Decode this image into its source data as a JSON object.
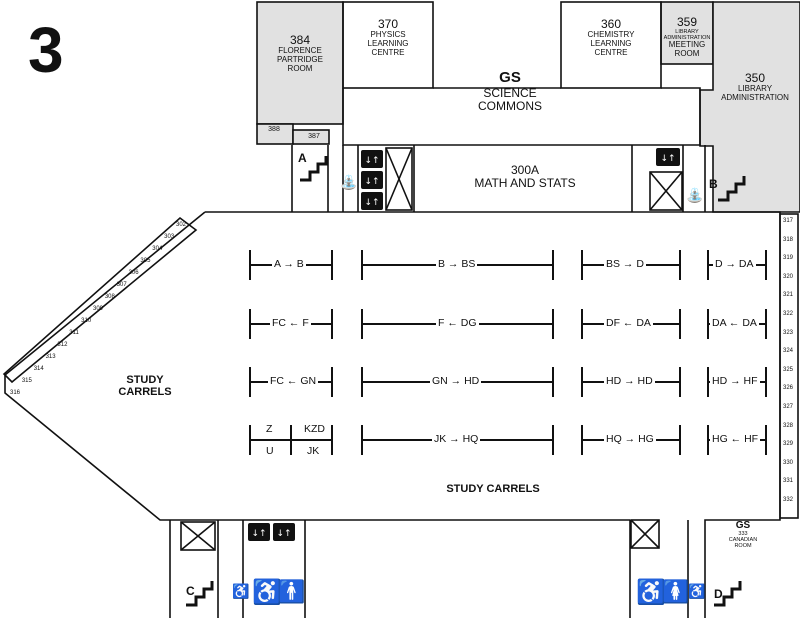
{
  "floor": {
    "number": "3"
  },
  "rooms": {
    "r384": {
      "number": "384",
      "name": [
        "FLORENCE",
        "PARTRIDGE",
        "ROOM"
      ]
    },
    "r370": {
      "number": "370",
      "name": [
        "PHYSICS",
        "LEARNING",
        "CENTRE"
      ]
    },
    "r360": {
      "number": "360",
      "name": [
        "CHEMISTRY",
        "LEARNING",
        "CENTRE"
      ]
    },
    "r359": {
      "number": "359",
      "sub": [
        "LIBRARY",
        "ADMINISTRATION"
      ],
      "name": [
        "MEETING",
        "ROOM"
      ]
    },
    "r350": {
      "number": "350",
      "name": [
        "LIBRARY",
        "ADMINISTRATION"
      ]
    },
    "r388": {
      "number": "388"
    },
    "r387": {
      "number": "387"
    },
    "commons": {
      "code": "GS",
      "name": [
        "SCIENCE",
        "COMMONS"
      ]
    },
    "r300a": {
      "number": "300A",
      "name": "MATH AND STATS"
    },
    "r333": {
      "code": "GS",
      "number": "333",
      "name": [
        "CANADIAN",
        "ROOM"
      ]
    }
  },
  "stairs": {
    "a": "A",
    "b": "B",
    "c": "C",
    "d": "D"
  },
  "labels": {
    "study_carrels_left": [
      "STUDY",
      "CARRELS"
    ],
    "study_carrels_bottom": "STUDY CARRELS"
  },
  "stacks": {
    "row1": [
      "A → B",
      "B → BS",
      "BS → D",
      "D → DA"
    ],
    "row2": [
      "FC ← F",
      "F ← DG",
      "DF ← DA",
      "DA ← DA"
    ],
    "row3": [
      "FC ← GN",
      "GN → HD",
      "HD → HD",
      "HD → HF"
    ],
    "row4_left_top": [
      "Z",
      "KZD"
    ],
    "row4_left_bottom": [
      "U",
      "JK"
    ],
    "row4": [
      "JK → HQ",
      "HQ → HG",
      "HG ← HF"
    ]
  },
  "carrels_diagonal": [
    "302",
    "303",
    "304",
    "305",
    "306",
    "307",
    "308",
    "309",
    "310",
    "311",
    "312",
    "313",
    "314",
    "315",
    "316"
  ],
  "carrels_right": [
    "317",
    "318",
    "319",
    "320",
    "321",
    "322",
    "323",
    "324",
    "325",
    "326",
    "327",
    "328",
    "329",
    "330",
    "331",
    "332"
  ]
}
